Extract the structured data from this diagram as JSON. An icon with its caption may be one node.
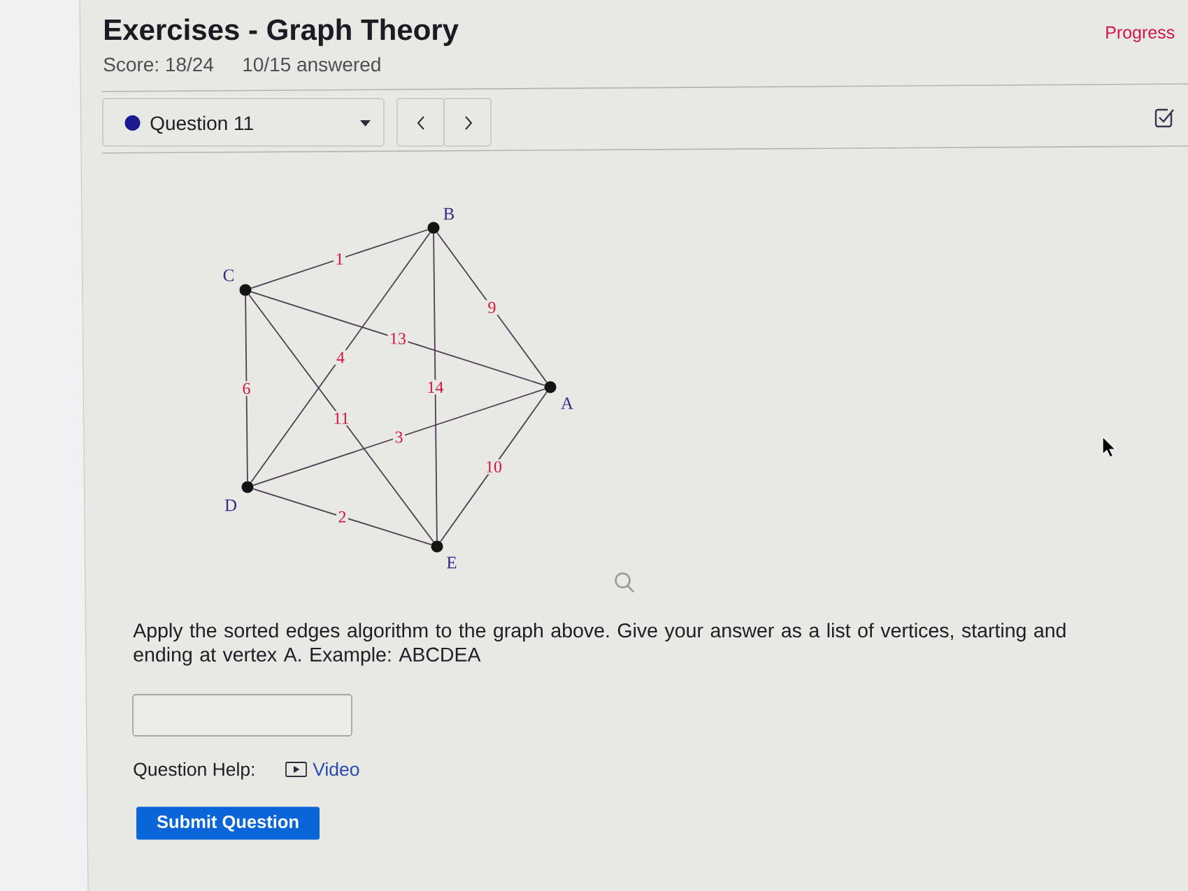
{
  "diagram": {
    "title": "Exercises - Graph Theory",
    "nodes": [
      {
        "text": [
          "B"
        ]
      },
      {
        "text": [
          "C"
        ]
      },
      {
        "text": [
          "A"
        ]
      },
      {
        "text": [
          "D"
        ]
      },
      {
        "text": [
          "E"
        ]
      }
    ],
    "edges": [
      {
        "from": 1,
        "to": 0,
        "arrow": "none",
        "label": "1"
      },
      {
        "from": 0,
        "to": 2,
        "arrow": "none",
        "label": "9"
      },
      {
        "from": 1,
        "to": 2,
        "arrow": "none",
        "label": "13"
      },
      {
        "from": 0,
        "to": 3,
        "arrow": "none",
        "label": "4"
      },
      {
        "from": 0,
        "to": 4,
        "arrow": "none",
        "label": "14"
      },
      {
        "from": 1,
        "to": 3,
        "arrow": "none",
        "label": "6"
      },
      {
        "from": 1,
        "to": 4,
        "arrow": "none",
        "label": "11"
      },
      {
        "from": 3,
        "to": 2,
        "arrow": "none",
        "label": "3"
      },
      {
        "from": 2,
        "to": 4,
        "arrow": "none",
        "label": "10"
      },
      {
        "from": 3,
        "to": 4,
        "arrow": "none",
        "label": "2"
      }
    ],
    "labels": [
      "Progress",
      "Score: 18/24",
      "10/15 answered",
      "Question 11",
      "Apply the sorted edges algorithm to the graph above. Give your answer as a list of vertices, starting and ending at vertex A. Example: ABCDEA",
      "Question Help:",
      "Video",
      "Submit Question"
    ]
  }
}
